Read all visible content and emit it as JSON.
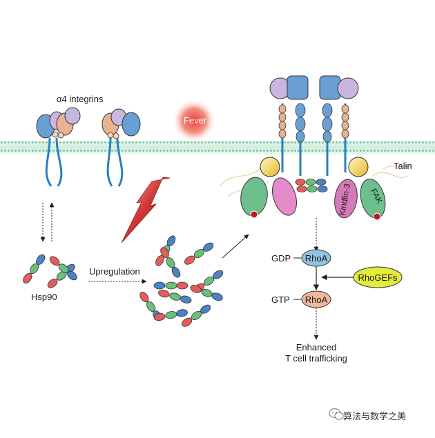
{
  "labels": {
    "a4_integrins": "α4 integrins",
    "fever": "Fever",
    "talin": "Talin",
    "hsp90": "Hsp90",
    "upregulation": "Upregulation",
    "kindlin3": "Kindlin-3",
    "fak": "FAK",
    "gdp": "GDP",
    "gtp": "GTP",
    "rhoa_gdp": "RhoA",
    "rhoa_gtp": "RhoA",
    "rhogefs": "RhoGEFs",
    "outcome_line1": "Enhanced",
    "outcome_line2": "T cell trafficking"
  },
  "watermark": {
    "text": "算法与数学之美",
    "icon": "wechat-icon"
  },
  "colors": {
    "membrane": "#7fc79f",
    "integrin_blue": "#5a8fc9",
    "integrin_purple": "#b7a6d3",
    "integrin_peach": "#e7b48f",
    "hsp_green": "#6cbf7a",
    "hsp_red": "#e35d5d",
    "hsp_blue": "#4d82c4",
    "talin_yellow": "#f3d14b",
    "kindlin_pink": "#d57ab9",
    "fak_green": "#6dbf8c",
    "rhoa_blue": "#8fc4e3",
    "rhoa_peach": "#f0b79a",
    "rhogefs_yellow": "#e3eb3b",
    "fever_red": "#e53935",
    "lightning_red": "#c9242f"
  }
}
